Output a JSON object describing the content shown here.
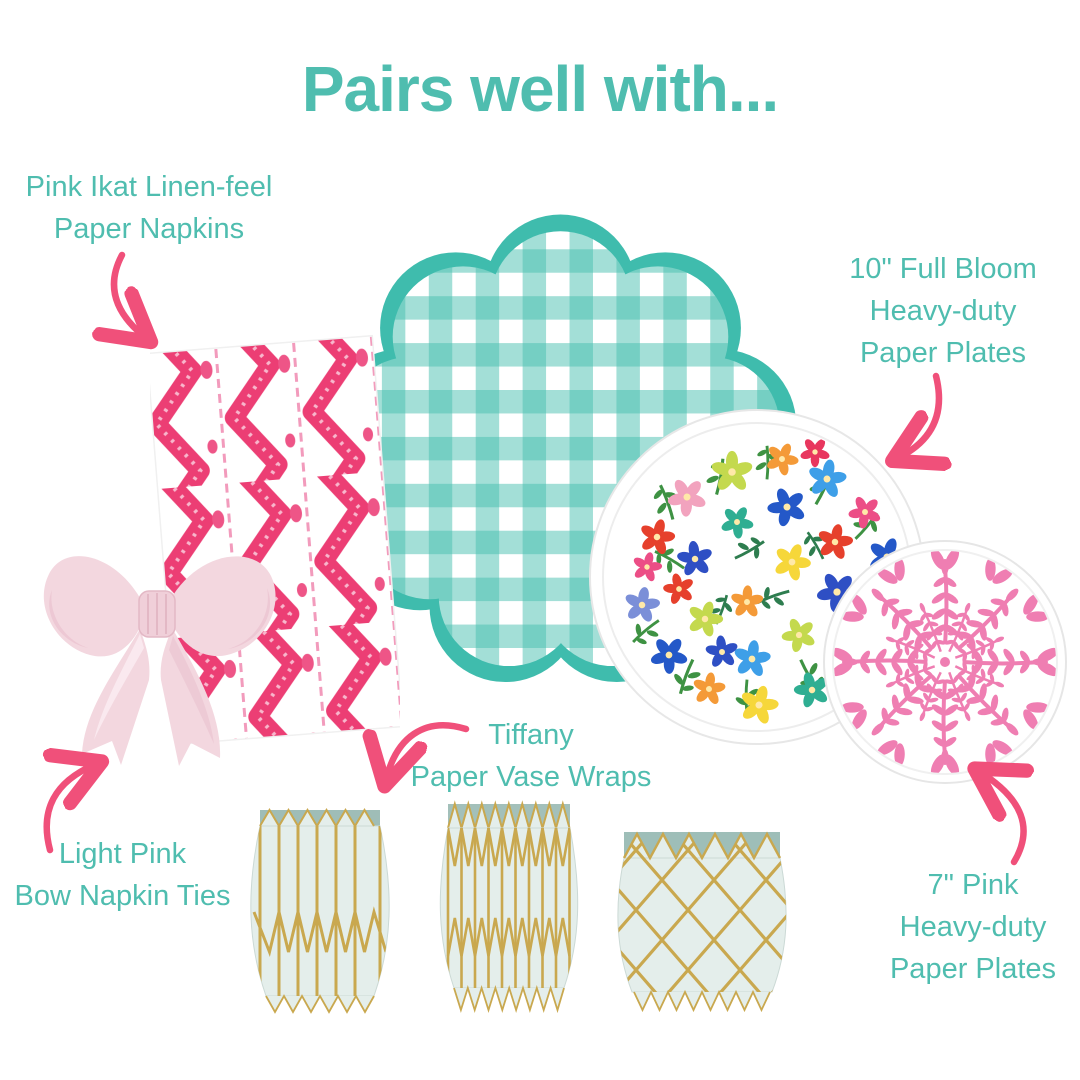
{
  "title": "Pairs well with...",
  "labels": {
    "napkins": {
      "lines": [
        "Pink Ikat Linen-feel",
        "Paper Napkins"
      ]
    },
    "full_bloom": {
      "lines": [
        "10\" Full Bloom",
        "Heavy-duty",
        "Paper Plates"
      ]
    },
    "bow": {
      "lines": [
        "Light Pink",
        "Bow Napkin Ties"
      ]
    },
    "vase_wraps": {
      "lines": [
        "Tiffany",
        "Paper Vase Wraps"
      ]
    },
    "pink_plates": {
      "lines": [
        "7\" Pink",
        "Heavy-duty",
        "Paper Plates"
      ]
    }
  },
  "colors": {
    "background": "#FFFFFF",
    "title_teal": "#4FBDAF",
    "arrow_pink": "#F0507A",
    "placemat_border_teal": "#3FBCAD",
    "gingham_teal": "#48BFB0",
    "ikat_pink": "#EC3E74",
    "bow_light_pink": "#F3D7DF",
    "pink_plate_pink": "#EF7EB2",
    "floral_green": "#3E9243",
    "vase_mint": "#E4EEEB",
    "vase_gold": "#C9A84F"
  }
}
